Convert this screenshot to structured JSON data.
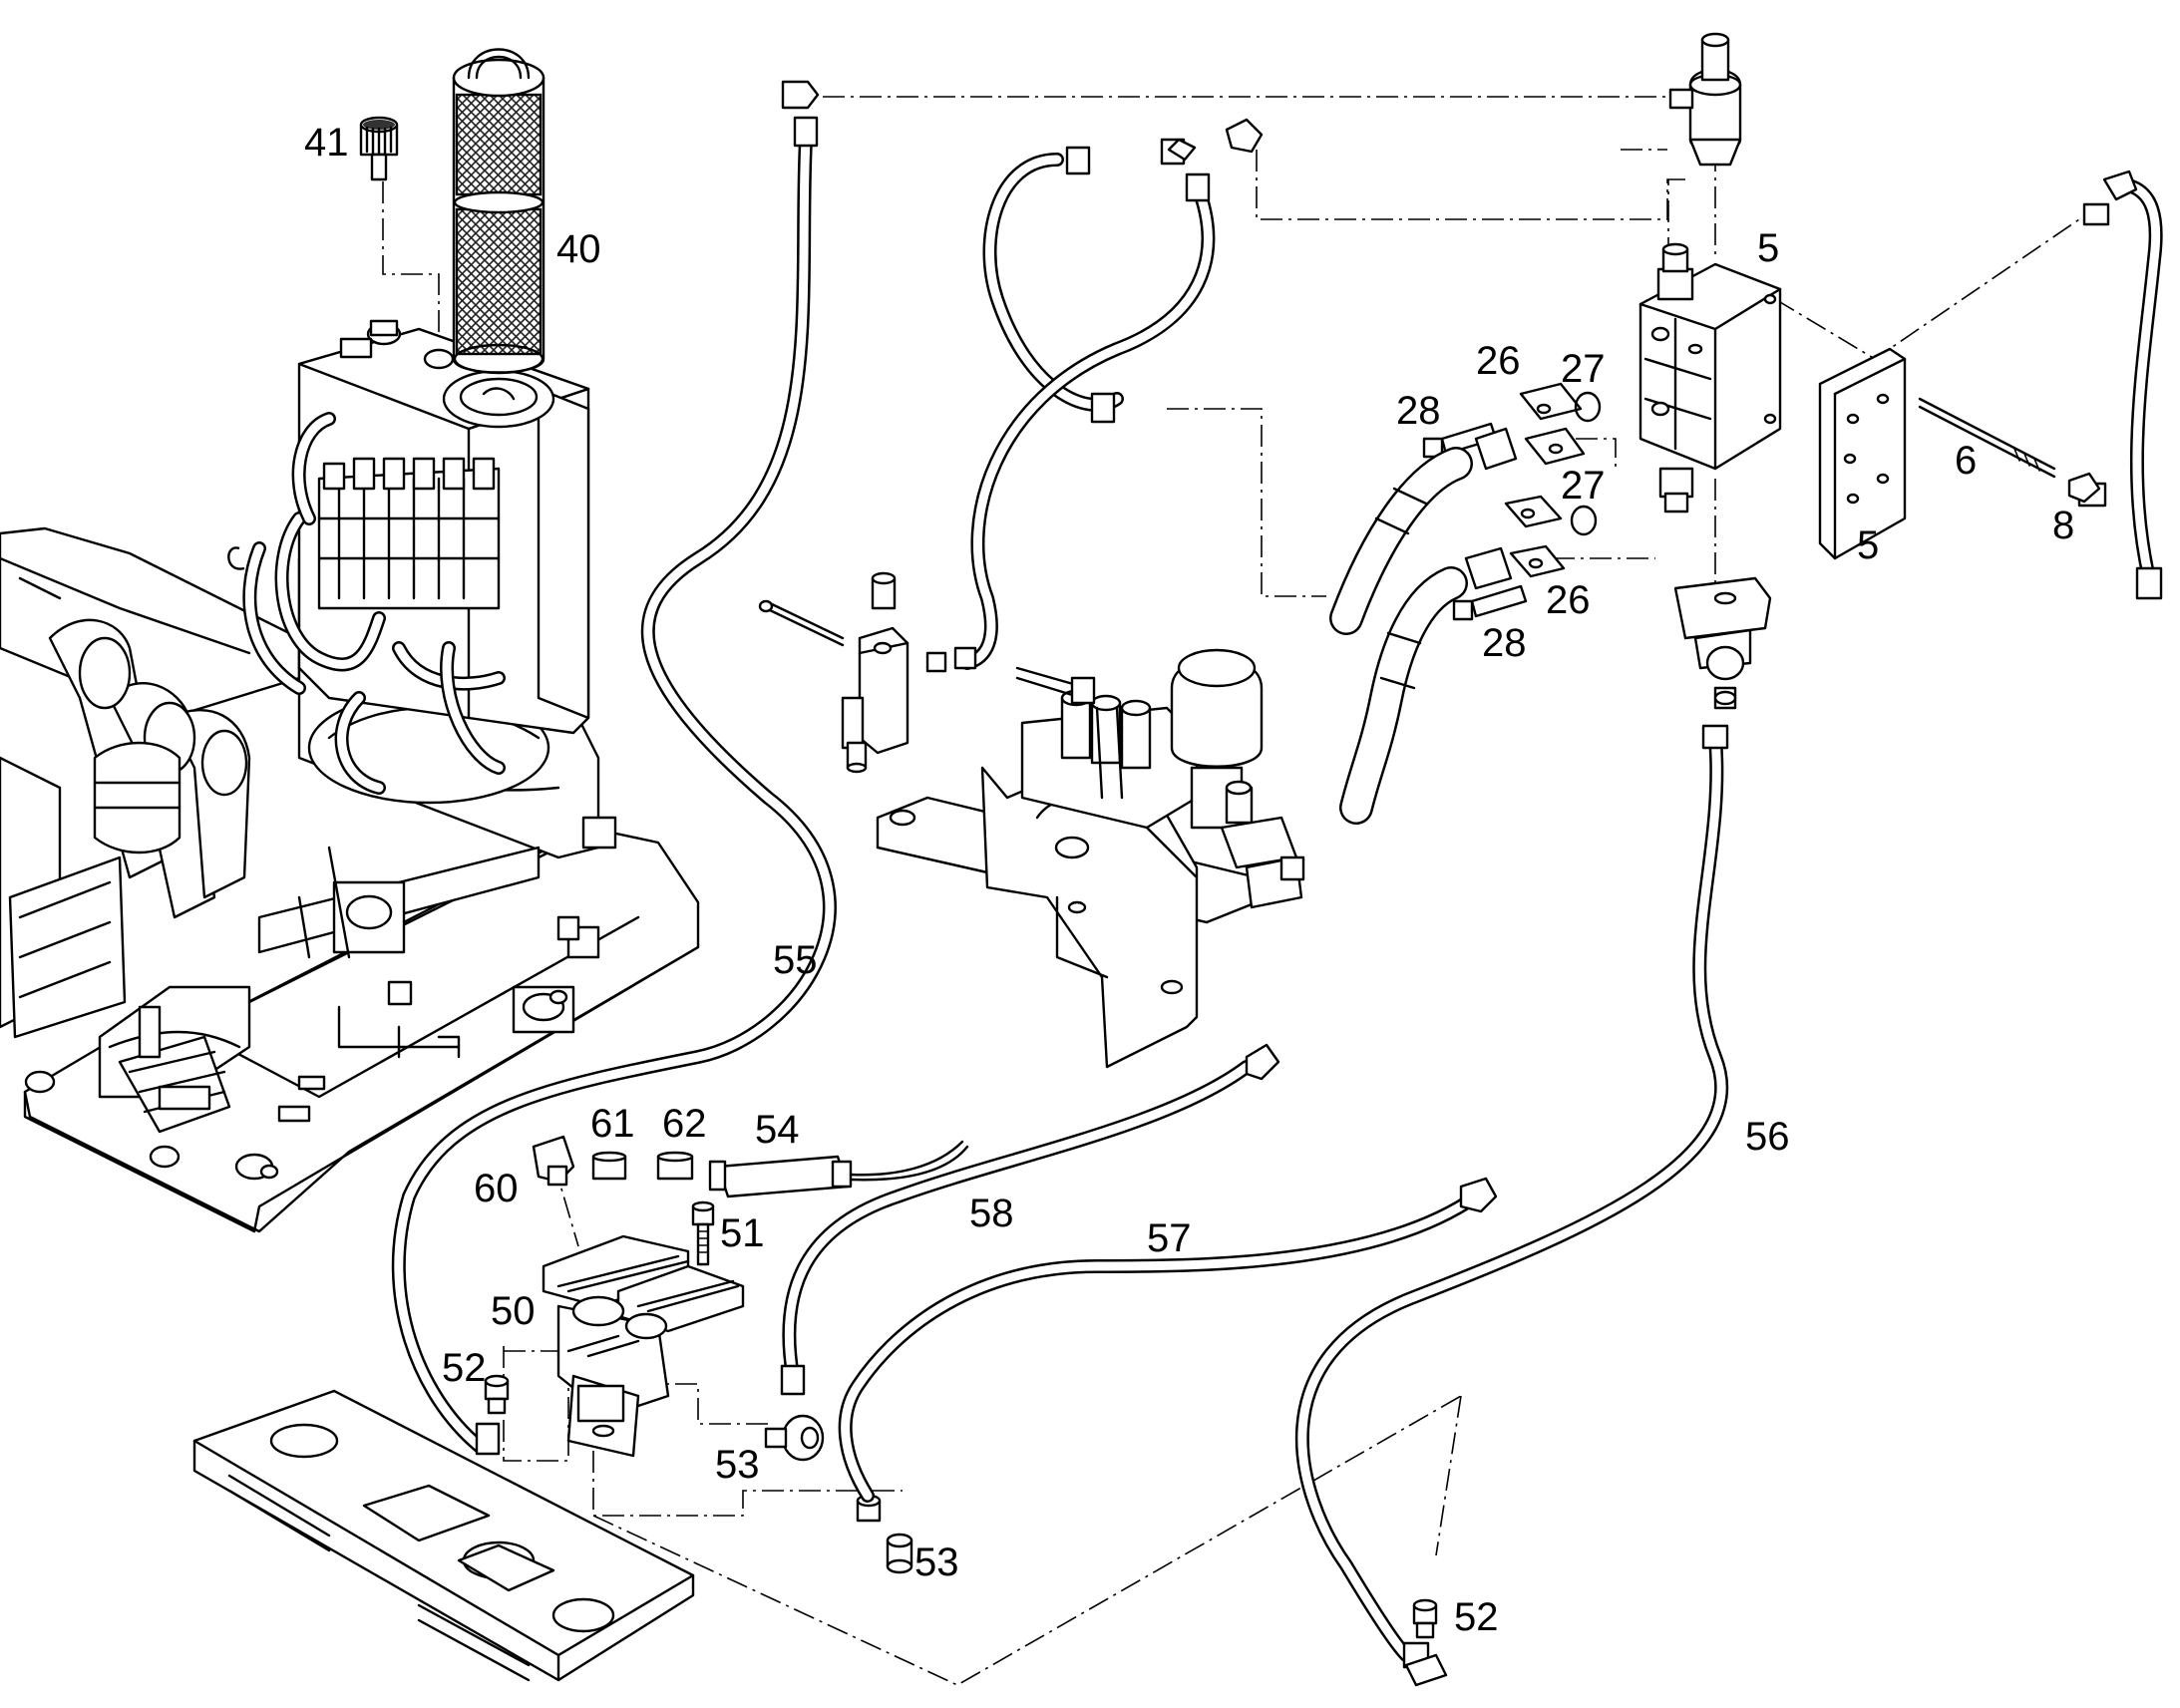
{
  "callouts": {
    "c5a": "5",
    "c5b": "5",
    "c6": "6",
    "c8": "8",
    "c26a": "26",
    "c26b": "26",
    "c27a": "27",
    "c27b": "27",
    "c28a": "28",
    "c28b": "28",
    "c40": "40",
    "c41": "41",
    "c50": "50",
    "c51": "51",
    "c52a": "52",
    "c52b": "52",
    "c53a": "53",
    "c53b": "53",
    "c54": "54",
    "c55": "55",
    "c56": "56",
    "c57": "57",
    "c58": "58",
    "c60": "60",
    "c61": "61",
    "c62": "62"
  }
}
